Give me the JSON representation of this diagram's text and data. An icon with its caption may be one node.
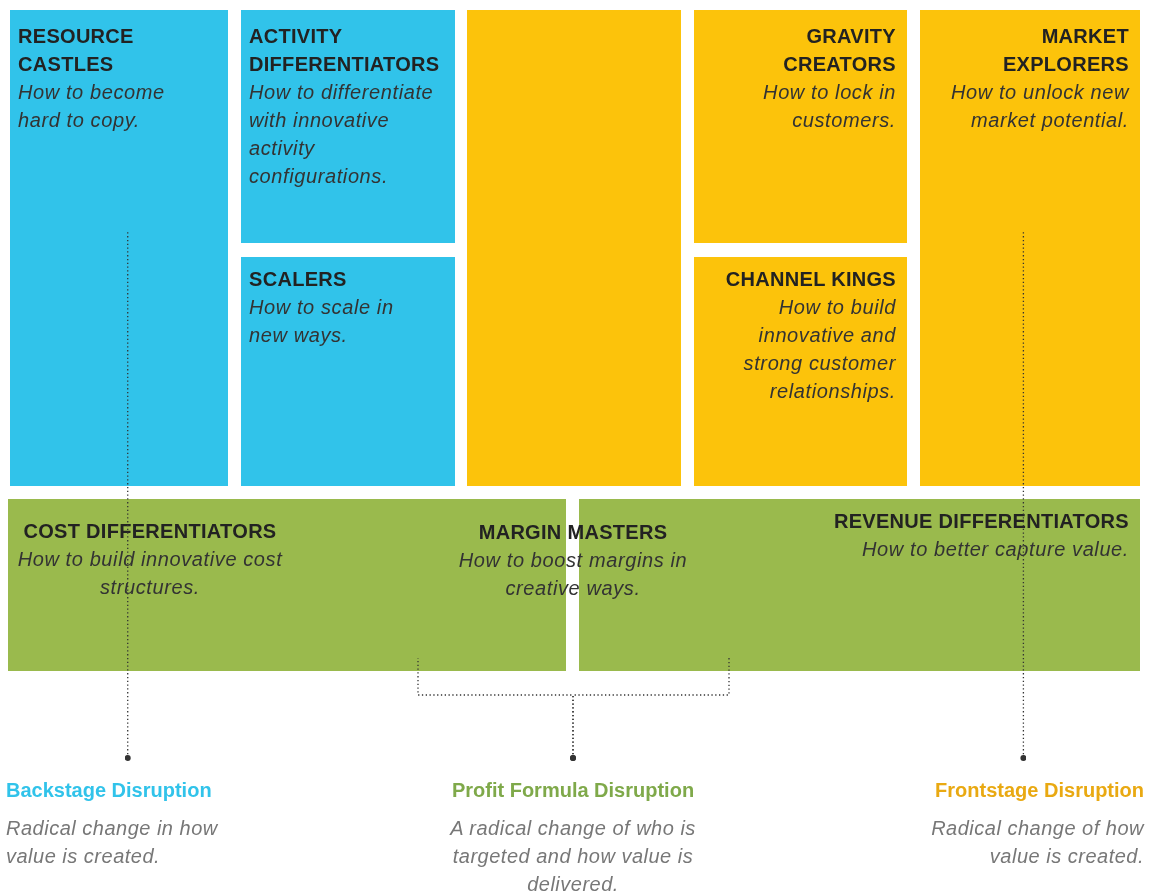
{
  "diagram": {
    "nodes": [
      {
        "text": [
          "RESOURCE CASTLES",
          "How to become hard to copy."
        ]
      },
      {
        "text": [
          "ACTIVITY DIFFERENTIATORS",
          "How to differentiate with innovative activity configurations."
        ]
      },
      {
        "text": [
          "SCALERS",
          "How to scale in new ways."
        ]
      },
      {
        "text": [],
        "shape": "box"
      },
      {
        "text": [
          "GRAVITY CREATORS",
          "How to lock in customers."
        ]
      },
      {
        "text": [
          "CHANNEL KINGS",
          "How to build innovative and strong customer relationships."
        ]
      },
      {
        "text": [
          "MARKET EXPLORERS",
          "How to unlock new market potential."
        ]
      },
      {
        "text": [
          "COST DIFFERENTIATORS",
          "How to build innovative cost structures."
        ]
      },
      {
        "text": [
          "MARGIN MASTERS",
          "How to boost margins in creative ways."
        ]
      },
      {
        "text": [
          "REVENUE DIFFERENTIATORS",
          "How to better capture value."
        ]
      },
      {
        "text": [
          "Backstage Disruption",
          "Radical change in how value is created."
        ]
      },
      {
        "text": [
          "Profit Formula Disruption",
          "A radical change of who is targeted and how value is delivered."
        ]
      },
      {
        "text": [
          "Frontstage Disruption",
          "Radical change of how value is created."
        ]
      }
    ],
    "edges": [
      {
        "from": 10,
        "to": 0,
        "arrow": "other"
      },
      {
        "from": 11,
        "to": 7,
        "arrow": "other"
      },
      {
        "from": 11,
        "to": 9,
        "arrow": "other"
      },
      {
        "from": 12,
        "to": 6,
        "arrow": "other"
      }
    ]
  }
}
